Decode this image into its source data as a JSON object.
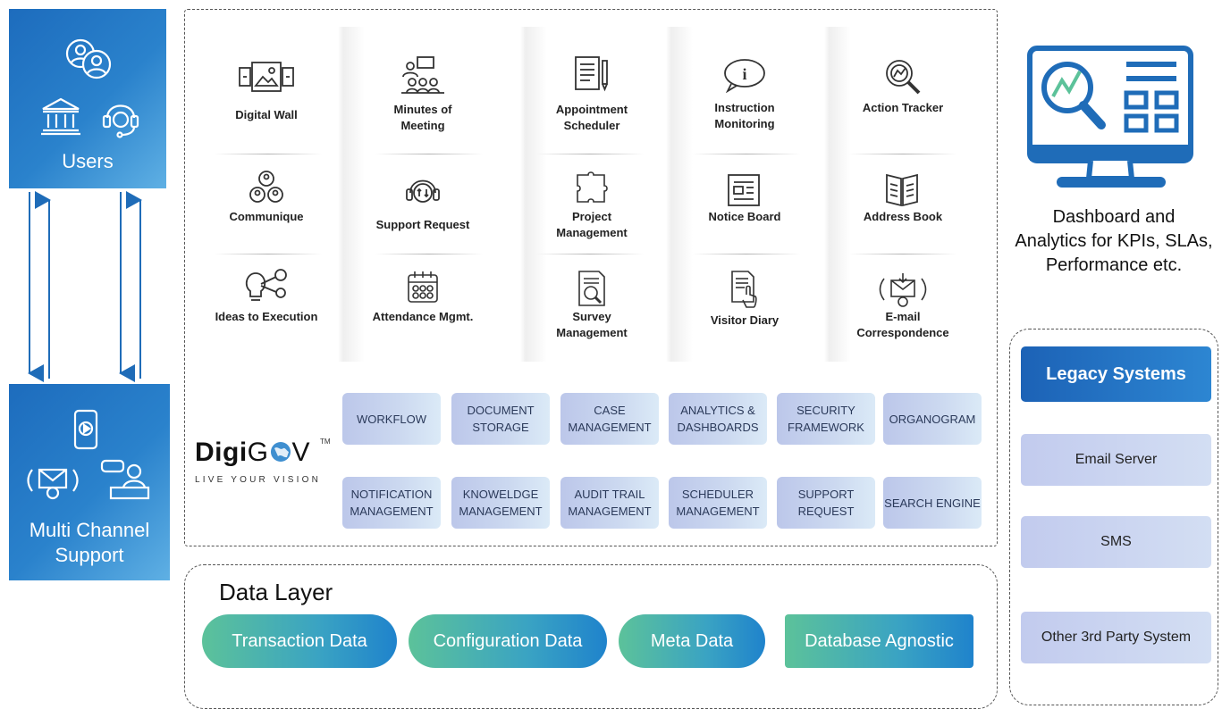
{
  "users": {
    "label": "Users"
  },
  "multi_channel": {
    "label_line1": "Multi Channel",
    "label_line2": "Support"
  },
  "modules": [
    {
      "label1": "Digital Wall",
      "label2": "",
      "icon": "digital-wall-icon"
    },
    {
      "label1": "Minutes of",
      "label2": "Meeting",
      "icon": "meeting-icon"
    },
    {
      "label1": "Appointment",
      "label2": "Scheduler",
      "icon": "appointment-icon"
    },
    {
      "label1": "Instruction",
      "label2": "Monitoring",
      "icon": "instruction-icon"
    },
    {
      "label1": "Action Tracker",
      "label2": "",
      "icon": "action-tracker-icon"
    },
    {
      "label1": "Communique",
      "label2": "",
      "icon": "communique-icon"
    },
    {
      "label1": "Support Request",
      "label2": "",
      "icon": "support-request-icon"
    },
    {
      "label1": "Project",
      "label2": "Management",
      "icon": "puzzle-icon"
    },
    {
      "label1": "Notice Board",
      "label2": "",
      "icon": "notice-board-icon"
    },
    {
      "label1": "Address Book",
      "label2": "",
      "icon": "address-book-icon"
    },
    {
      "label1": "Ideas to Execution",
      "label2": "",
      "icon": "idea-icon"
    },
    {
      "label1": "Attendance Mgmt.",
      "label2": "",
      "icon": "calendar-icon"
    },
    {
      "label1": "Survey",
      "label2": "Management",
      "icon": "survey-icon"
    },
    {
      "label1": "Visitor Diary",
      "label2": "",
      "icon": "visitor-diary-icon"
    },
    {
      "label1": "E-mail",
      "label2": "Correspondence",
      "icon": "email-icon"
    }
  ],
  "services": [
    {
      "l1": "WORKFLOW",
      "l2": ""
    },
    {
      "l1": "DOCUMENT",
      "l2": "STORAGE"
    },
    {
      "l1": "CASE",
      "l2": "MANAGEMENT"
    },
    {
      "l1": "ANALYTICS &",
      "l2": "DASHBOARDS"
    },
    {
      "l1": "SECURITY",
      "l2": "FRAMEWORK"
    },
    {
      "l1": "ORGANOGRAM",
      "l2": ""
    },
    {
      "l1": "NOTIFICATION",
      "l2": "MANAGEMENT"
    },
    {
      "l1": "KNOWELDGE",
      "l2": "MANAGEMENT"
    },
    {
      "l1": "AUDIT TRAIL",
      "l2": "MANAGEMENT"
    },
    {
      "l1": "SCHEDULER",
      "l2": "MANAGEMENT"
    },
    {
      "l1": "SUPPORT",
      "l2": "REQUEST"
    },
    {
      "l1": "SEARCH ENGINE",
      "l2": ""
    }
  ],
  "logo": {
    "digi": "Digi",
    "g": "G",
    "v": "V",
    "tm": "TM",
    "tagline": "LIVE YOUR VISION"
  },
  "data_layer": {
    "title": "Data Layer",
    "items": [
      "Transaction Data",
      "Configuration Data",
      "Meta Data",
      "Database Agnostic"
    ]
  },
  "dashboard": {
    "line1": "Dashboard and",
    "line2": "Analytics for KPIs, SLAs,",
    "line3": "Performance etc."
  },
  "legacy": {
    "title": "Legacy Systems",
    "items": [
      "Email Server",
      "SMS",
      "Other 3rd Party System"
    ]
  },
  "colors": {
    "primary_blue": "#1d6cbd",
    "accent_green": "#5cc29a",
    "service_lilac": "#c2cbee"
  }
}
